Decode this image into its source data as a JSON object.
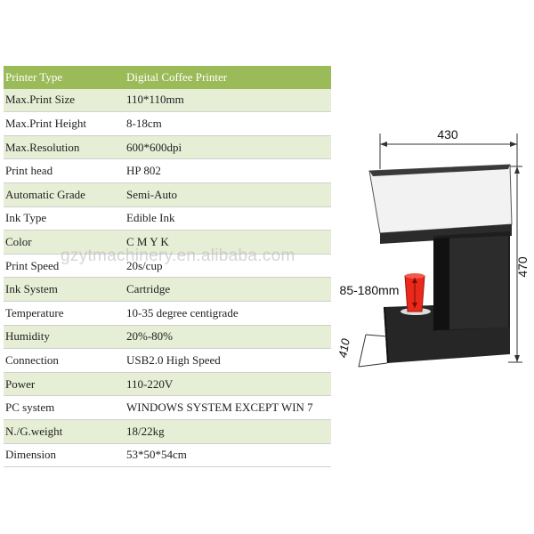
{
  "specs": [
    {
      "label": "Printer Type",
      "value": "Digital Coffee Printer"
    },
    {
      "label": "Max.Print Size",
      "value": "110*110mm"
    },
    {
      "label": "Max.Print Height",
      "value": "8-18cm"
    },
    {
      "label": "Max.Resolution",
      "value": "600*600dpi"
    },
    {
      "label": "Print head",
      "value": "HP 802"
    },
    {
      "label": "Automatic Grade",
      "value": "Semi-Auto"
    },
    {
      "label": "Ink Type",
      "value": "Edible Ink"
    },
    {
      "label": "Color",
      "value": "C M Y K"
    },
    {
      "label": "Print Speed",
      "value": "20s/cup"
    },
    {
      "label": "Ink System",
      "value": "Cartridge"
    },
    {
      "label": "Temperature",
      "value": "10-35 degree centigrade"
    },
    {
      "label": "Humidity",
      "value": "20%-80%"
    },
    {
      "label": "Connection",
      "value": "USB2.0 High Speed"
    },
    {
      "label": "Power",
      "value": "110-220V"
    },
    {
      "label": "PC system",
      "value": "WINDOWS SYSTEM EXCEPT WIN 7"
    },
    {
      "label": "N./G.weight",
      "value": "18/22kg"
    },
    {
      "label": "Dimension",
      "value": "53*50*54cm"
    }
  ],
  "watermark": "gzytmachinery.en.alibaba.com",
  "dimensions": {
    "width": "430",
    "height": "470",
    "depth": "410",
    "cup_range": "85-180mm"
  },
  "colors": {
    "header": "#9bbb59",
    "alt_row": "#e6eed5",
    "cup": "#e8291c"
  }
}
